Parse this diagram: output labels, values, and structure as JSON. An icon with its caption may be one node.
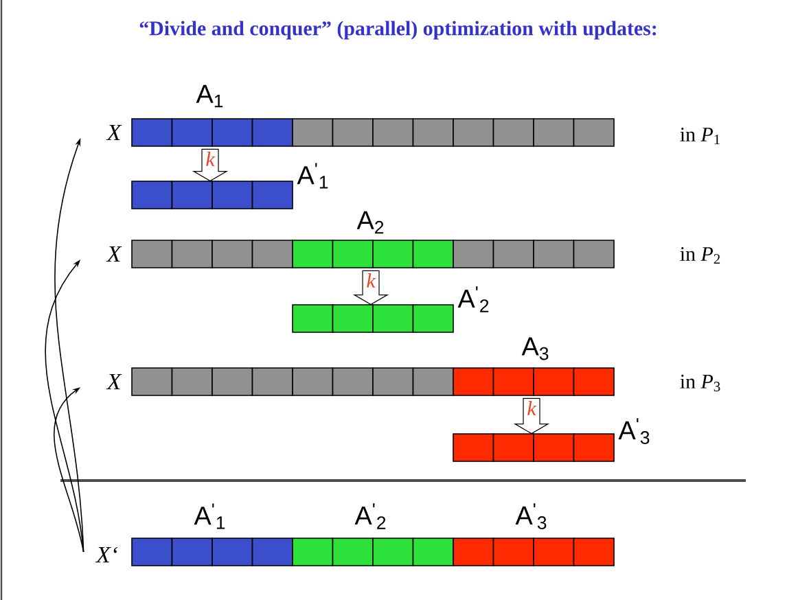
{
  "diagram": {
    "title": "“Divide and conquer” (parallel) optimization with updates:",
    "nodes": [
      {
        "text": [
          "X"
        ]
      },
      {
        "text": [],
        "shape": "bar"
      },
      {
        "text": [],
        "shape": "bar"
      },
      {
        "text": [
          "X"
        ]
      },
      {
        "text": [],
        "shape": "bar"
      },
      {
        "text": [],
        "shape": "bar"
      },
      {
        "text": [
          "X"
        ]
      },
      {
        "text": [],
        "shape": "bar"
      },
      {
        "text": [],
        "shape": "bar"
      },
      {
        "text": [
          "X‘"
        ]
      },
      {
        "text": [],
        "shape": "bar"
      }
    ],
    "edges": [
      {
        "from": 1,
        "to": 2,
        "arrow": "to",
        "label": "k",
        "style": "thick"
      },
      {
        "from": 4,
        "to": 5,
        "arrow": "to",
        "label": "k",
        "style": "thick"
      },
      {
        "from": 7,
        "to": 8,
        "arrow": "to",
        "label": "k",
        "style": "thick"
      },
      {
        "from": 9,
        "to": 0,
        "arrow": "to"
      },
      {
        "from": 9,
        "to": 3,
        "arrow": "to"
      },
      {
        "from": 9,
        "to": 6,
        "arrow": "to"
      }
    ],
    "labels": [
      "A$_{1}$",
      "in *P*$_{1}$",
      "A$^{'}$$_{1}$",
      "A$_{2}$",
      "in *P*$_{2}$",
      "A$^{'}$$_{2}$",
      "A$_{3}$",
      "in *P*$_{3}$",
      "A$^{'}$$_{3}$",
      "A$^{'}$$_{1}$",
      "A$^{'}$$_{2}$",
      "A$^{'}$$_{3}$"
    ]
  }
}
